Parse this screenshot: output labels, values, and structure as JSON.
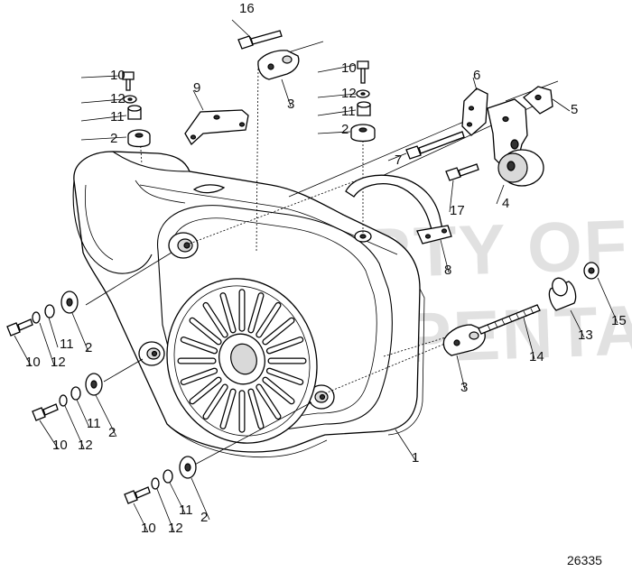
{
  "watermark": {
    "line1": "PROPERTY OF",
    "line2": "VOLVO PENTA"
  },
  "reference_number": "26335",
  "callouts": [
    {
      "label": "16"
    },
    {
      "label": "3"
    },
    {
      "label": "10"
    },
    {
      "label": "12"
    },
    {
      "label": "11"
    },
    {
      "label": "2"
    },
    {
      "label": "9"
    },
    {
      "label": "10"
    },
    {
      "label": "12"
    },
    {
      "label": "11"
    },
    {
      "label": "2"
    },
    {
      "label": "6"
    },
    {
      "label": "5"
    },
    {
      "label": "7"
    },
    {
      "label": "17"
    },
    {
      "label": "4"
    },
    {
      "label": "8"
    },
    {
      "label": "10"
    },
    {
      "label": "12"
    },
    {
      "label": "11"
    },
    {
      "label": "2"
    },
    {
      "label": "10"
    },
    {
      "label": "12"
    },
    {
      "label": "11"
    },
    {
      "label": "2"
    },
    {
      "label": "10"
    },
    {
      "label": "12"
    },
    {
      "label": "11"
    },
    {
      "label": "2"
    },
    {
      "label": "1"
    },
    {
      "label": "3"
    },
    {
      "label": "14"
    },
    {
      "label": "13"
    },
    {
      "label": "15"
    }
  ]
}
